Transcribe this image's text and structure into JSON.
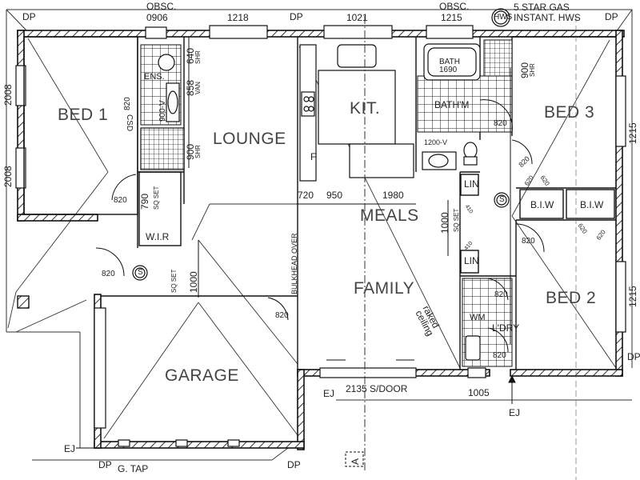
{
  "rooms": {
    "bed1": "BED 1",
    "ens": "ENS.",
    "lounge": "LOUNGE",
    "kit": "KIT.",
    "bathm": "BATH'M",
    "bath": "BATH",
    "bath_size": "1690",
    "bed3": "BED 3",
    "meals": "MEALS",
    "family": "FAMILY",
    "bed2": "BED 2",
    "garage": "GARAGE",
    "wir": "W.I.R",
    "lin1": "LIN",
    "lin2": "LIN",
    "biw1": "B.I.W",
    "biw2": "B.I.W",
    "ldry": "L'DRY",
    "wm": "WM",
    "fridge": "F"
  },
  "top_labels": {
    "dp_left": "DP",
    "obsc_left": "OBSC.",
    "obsc_left_size": "0906",
    "window_1218": "1218",
    "dp_mid": "DP",
    "window_1021": "1021",
    "obsc_right": "OBSC.",
    "obsc_right_size": "1215",
    "hws_symbol": "HWS",
    "hws_line1": "5 STAR GAS",
    "hws_line2": "INSTANT. HWS",
    "dp_right": "DP"
  },
  "dimensions": {
    "bed1_win_top": "2008",
    "bed1_win_bottom": "2008",
    "ens_door": "820",
    "ens_csd": "CSD",
    "ens_vanity": "900-V",
    "shr_640": "640",
    "shr_label_top": "SHR",
    "van_858": "858",
    "van_label": "VAN",
    "shr_900": "900",
    "shr_label": "SHR",
    "wir_790": "790",
    "wir_sqset": "SQ SET",
    "bed1_door": "820",
    "hall_door": "820",
    "sqset_1000_left": "1000",
    "sqset_left": "SQ SET",
    "bulkhead": "BULKHEAD OVER",
    "garage_door": "820",
    "meals_720": "720",
    "meals_950": "950",
    "meals_1980": "1980",
    "sqset_1000_right": "1000",
    "sqset_right": "SQ SET",
    "bath_vanity": "1200-V",
    "bathm_door": "820",
    "shr_900_right": "900",
    "shr_right_label": "SHR",
    "bed3_door": "820",
    "biw_top_1": "620",
    "biw_top_2": "620",
    "biw_bot_1": "620",
    "biw_bot_2": "620",
    "bed2_door": "820",
    "lin_410a": "410",
    "lin_410b": "410",
    "ldry_door_top": "820",
    "ldry_door_bottom": "820",
    "bed3_window": "1215",
    "bed2_window": "1215",
    "raked_1": "raked",
    "raked_2": "ceiling",
    "sdoor": "2135 S/DOOR",
    "window_1005": "1005",
    "ej_mid": "EJ",
    "ej_right": "EJ",
    "ej_left": "EJ",
    "dp_bottom_left": "DP",
    "gtap": "G. TAP",
    "dp_bottom_right": "DP",
    "section_marker": "A",
    "dp_right_lower": "DP"
  },
  "symbols": {
    "smoke_1": "S",
    "smoke_2": "S"
  },
  "colors": {
    "line": "#111111",
    "thin": "#333333",
    "hatch": "#444444",
    "background": "#ffffff"
  }
}
